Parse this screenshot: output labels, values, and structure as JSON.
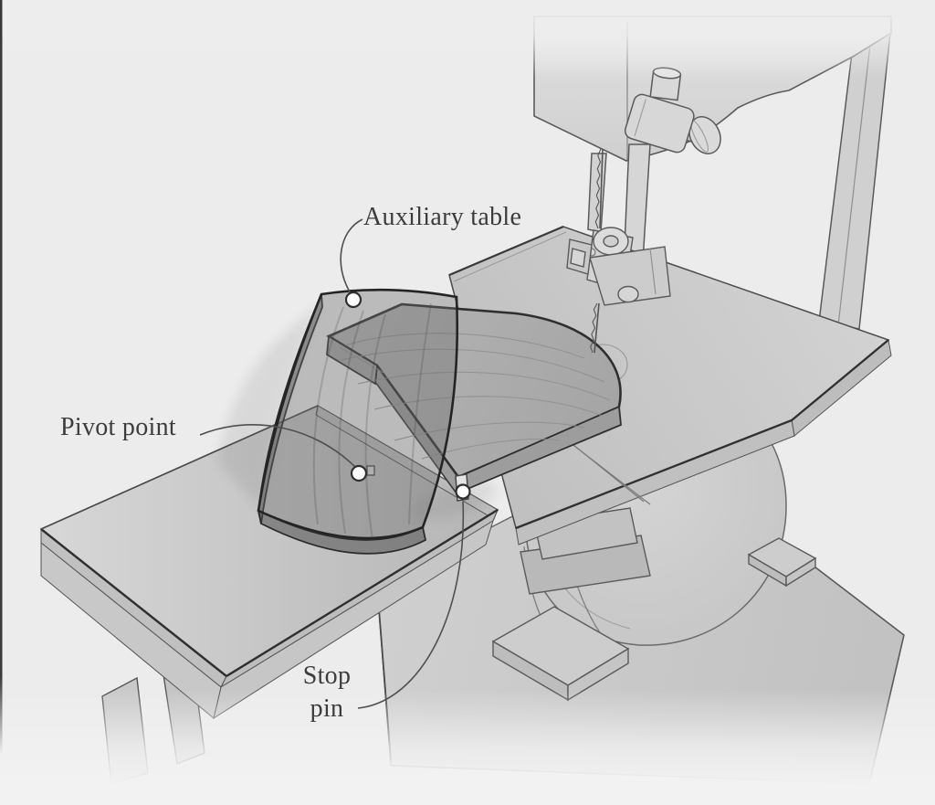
{
  "figure": {
    "labels": {
      "auxiliary_table": "Auxiliary table",
      "pivot_point": "Pivot point",
      "stop_pin": [
        "Stop",
        "pin"
      ]
    },
    "callouts": [
      {
        "id": "auxiliary-table",
        "label": "Auxiliary table"
      },
      {
        "id": "pivot-point",
        "label": "Pivot point"
      },
      {
        "id": "stop-pin",
        "label": "Stop pin"
      }
    ],
    "colors": {
      "background": "#ececec",
      "outline": "#3a3a3a",
      "label_text": "#3c3c3c",
      "machine_fill": "#d2d2d2",
      "table_fill": "#c9c9c9",
      "bench_fill": "#cccccc",
      "workpiece_fill": "#adadad",
      "plate_fill": "rgba(108,108,108,0.38)",
      "callout_dot_fill": "#ffffff",
      "callout_dot_stroke": "#2f2f2f"
    }
  }
}
